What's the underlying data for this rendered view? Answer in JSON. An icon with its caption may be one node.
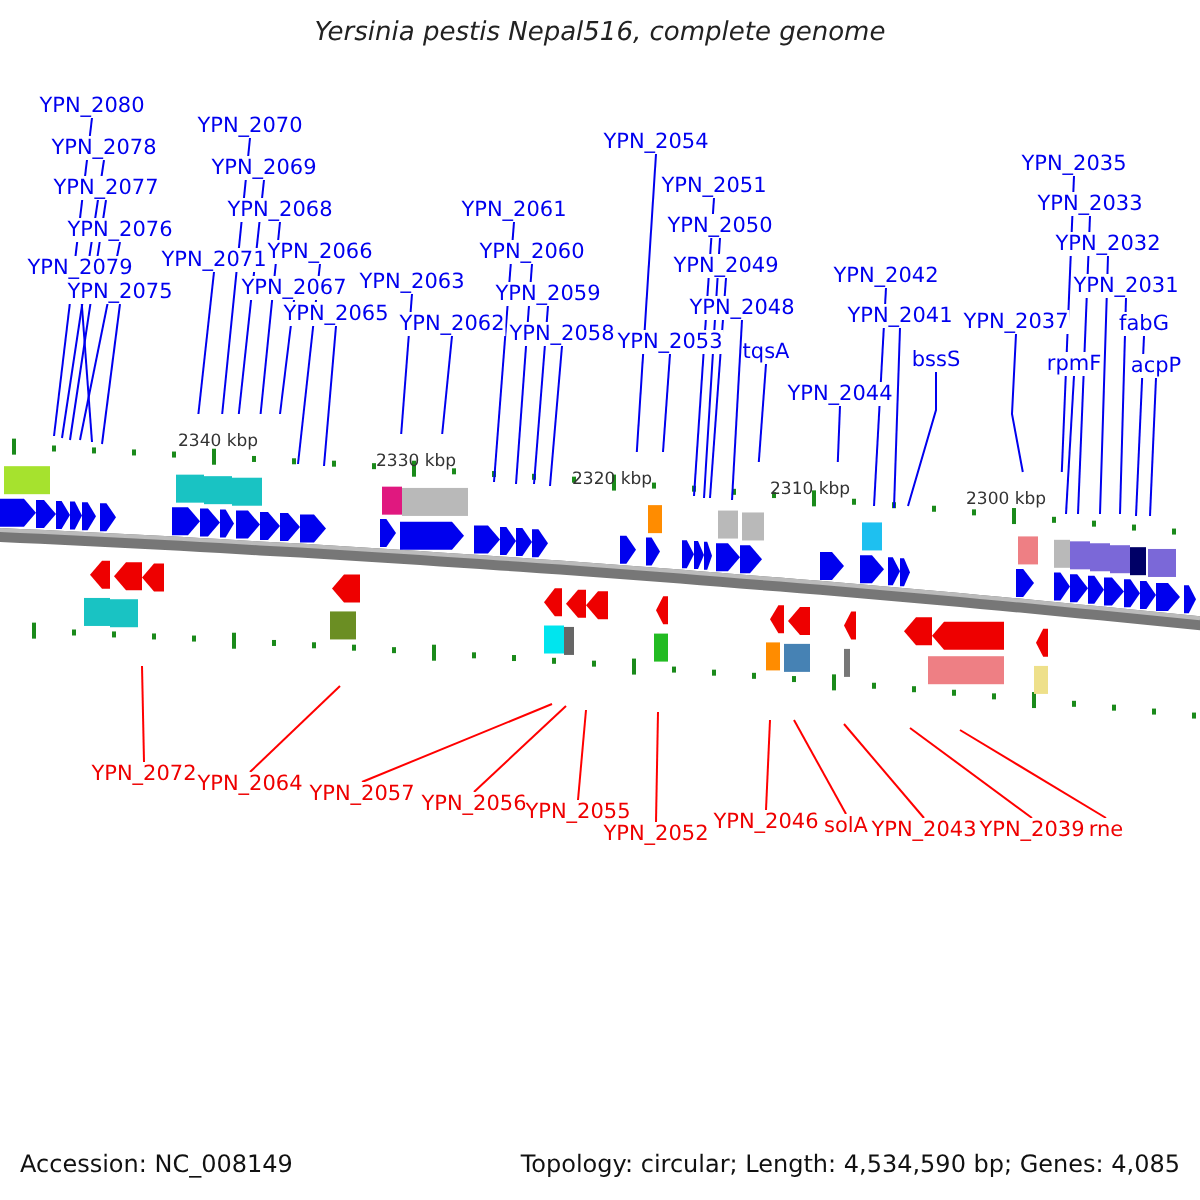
{
  "diagram": {
    "title": "Yersinia pestis Nepal516, complete genome",
    "nodes": [
      {
        "text": [
          "YPN_2080"
        ]
      },
      {
        "text": [
          "YPN_2078"
        ]
      },
      {
        "text": [
          "YPN_2077"
        ]
      },
      {
        "text": [
          "YPN_2076"
        ]
      },
      {
        "text": [
          "YPN_2079"
        ]
      },
      {
        "text": [
          "YPN_2075"
        ]
      },
      {
        "text": [
          "YPN_2070"
        ]
      },
      {
        "text": [
          "YPN_2069"
        ]
      },
      {
        "text": [
          "YPN_2068"
        ]
      },
      {
        "text": [
          "YPN_2071"
        ]
      },
      {
        "text": [
          "YPN_2066"
        ]
      },
      {
        "text": [
          "YPN_2067"
        ]
      },
      {
        "text": [
          "YPN_2065"
        ]
      },
      {
        "text": [
          "YPN_2063"
        ]
      },
      {
        "text": [
          "YPN_2062"
        ]
      },
      {
        "text": [
          "YPN_2061"
        ]
      },
      {
        "text": [
          "YPN_2060"
        ]
      },
      {
        "text": [
          "YPN_2059"
        ]
      },
      {
        "text": [
          "YPN_2058"
        ]
      },
      {
        "text": [
          "YPN_2054"
        ]
      },
      {
        "text": [
          "YPN_2051"
        ]
      },
      {
        "text": [
          "YPN_2050"
        ]
      },
      {
        "text": [
          "YPN_2049"
        ]
      },
      {
        "text": [
          "YPN_2048"
        ]
      },
      {
        "text": [
          "YPN_2053"
        ]
      },
      {
        "text": [
          "tqsA"
        ]
      },
      {
        "text": [
          "YPN_2044"
        ]
      },
      {
        "text": [
          "YPN_2042"
        ]
      },
      {
        "text": [
          "YPN_2041"
        ]
      },
      {
        "text": [
          "bssS"
        ]
      },
      {
        "text": [
          "YPN_2037"
        ]
      },
      {
        "text": [
          "YPN_2035"
        ]
      },
      {
        "text": [
          "YPN_2033"
        ]
      },
      {
        "text": [
          "YPN_2032"
        ]
      },
      {
        "text": [
          "YPN_2031"
        ]
      },
      {
        "text": [
          "rpmF"
        ]
      },
      {
        "text": [
          "fabG"
        ]
      },
      {
        "text": [
          "acpP"
        ]
      },
      {
        "text": [
          "YPN_2072"
        ]
      },
      {
        "text": [
          "YPN_2064"
        ]
      },
      {
        "text": [
          "YPN_2057"
        ]
      },
      {
        "text": [
          "YPN_2056"
        ]
      },
      {
        "text": [
          "YPN_2055"
        ]
      },
      {
        "text": [
          "YPN_2052"
        ]
      },
      {
        "text": [
          "YPN_2046"
        ]
      },
      {
        "text": [
          "solA"
        ]
      },
      {
        "text": [
          "YPN_2043"
        ]
      },
      {
        "text": [
          "YPN_2039"
        ]
      },
      {
        "text": [
          "rne"
        ]
      }
    ],
    "edges": [
      {
        "from": 0,
        "to": null,
        "arrow": "none"
      },
      {
        "from": 1,
        "to": null,
        "arrow": "none"
      },
      {
        "from": 2,
        "to": null,
        "arrow": "none"
      },
      {
        "from": 3,
        "to": null,
        "arrow": "none"
      },
      {
        "from": 4,
        "to": null,
        "arrow": "none"
      },
      {
        "from": 5,
        "to": null,
        "arrow": "none"
      },
      {
        "from": 6,
        "to": null,
        "arrow": "none"
      },
      {
        "from": 7,
        "to": null,
        "arrow": "none"
      },
      {
        "from": 8,
        "to": null,
        "arrow": "none"
      },
      {
        "from": 9,
        "to": null,
        "arrow": "none"
      },
      {
        "from": 10,
        "to": null,
        "arrow": "none"
      },
      {
        "from": 11,
        "to": null,
        "arrow": "none"
      },
      {
        "from": 12,
        "to": null,
        "arrow": "none"
      },
      {
        "from": 13,
        "to": null,
        "arrow": "none"
      },
      {
        "from": 14,
        "to": null,
        "arrow": "none"
      },
      {
        "from": 15,
        "to": null,
        "arrow": "none"
      },
      {
        "from": 16,
        "to": null,
        "arrow": "none"
      },
      {
        "from": 17,
        "to": null,
        "arrow": "none"
      },
      {
        "from": 18,
        "to": null,
        "arrow": "none"
      },
      {
        "from": 19,
        "to": null,
        "arrow": "none"
      },
      {
        "from": 20,
        "to": null,
        "arrow": "none"
      },
      {
        "from": 21,
        "to": null,
        "arrow": "none"
      },
      {
        "from": 22,
        "to": null,
        "arrow": "none"
      },
      {
        "from": 23,
        "to": null,
        "arrow": "none"
      },
      {
        "from": 24,
        "to": null,
        "arrow": "none"
      },
      {
        "from": 25,
        "to": null,
        "arrow": "none"
      },
      {
        "from": 26,
        "to": null,
        "arrow": "none"
      },
      {
        "from": 27,
        "to": null,
        "arrow": "none"
      },
      {
        "from": 28,
        "to": null,
        "arrow": "none"
      },
      {
        "from": 29,
        "to": null,
        "arrow": "none"
      },
      {
        "from": 30,
        "to": null,
        "arrow": "none"
      },
      {
        "from": 31,
        "to": null,
        "arrow": "none"
      },
      {
        "from": 32,
        "to": null,
        "arrow": "none"
      },
      {
        "from": 33,
        "to": null,
        "arrow": "none"
      },
      {
        "from": 34,
        "to": null,
        "arrow": "none"
      },
      {
        "from": 35,
        "to": null,
        "arrow": "none"
      },
      {
        "from": 36,
        "to": null,
        "arrow": "none"
      },
      {
        "from": 37,
        "to": null,
        "arrow": "none"
      },
      {
        "from": 38,
        "to": null,
        "arrow": "none",
        "color": "#ff0000"
      },
      {
        "from": 39,
        "to": null,
        "arrow": "none",
        "color": "#ff0000"
      },
      {
        "from": 40,
        "to": null,
        "arrow": "none",
        "color": "#ff0000"
      },
      {
        "from": 41,
        "to": null,
        "arrow": "none",
        "color": "#ff0000"
      },
      {
        "from": 42,
        "to": null,
        "arrow": "none",
        "color": "#ff0000"
      },
      {
        "from": 43,
        "to": null,
        "arrow": "none",
        "color": "#ff0000"
      },
      {
        "from": 44,
        "to": null,
        "arrow": "none",
        "color": "#ff0000"
      },
      {
        "from": 45,
        "to": null,
        "arrow": "none",
        "color": "#ff0000"
      },
      {
        "from": 46,
        "to": null,
        "arrow": "none",
        "color": "#ff0000"
      },
      {
        "from": 47,
        "to": null,
        "arrow": "none",
        "color": "#ff0000"
      },
      {
        "from": 48,
        "to": null,
        "arrow": "none",
        "color": "#ff0000"
      }
    ],
    "labels": [
      "2340 kbp",
      "2330 kbp",
      "2320 kbp",
      "2310 kbp",
      "2300 kbp",
      "Accession: NC_008149",
      "Topology: circular; Length: 4,534,590 bp; Genes: 4,085"
    ]
  }
}
